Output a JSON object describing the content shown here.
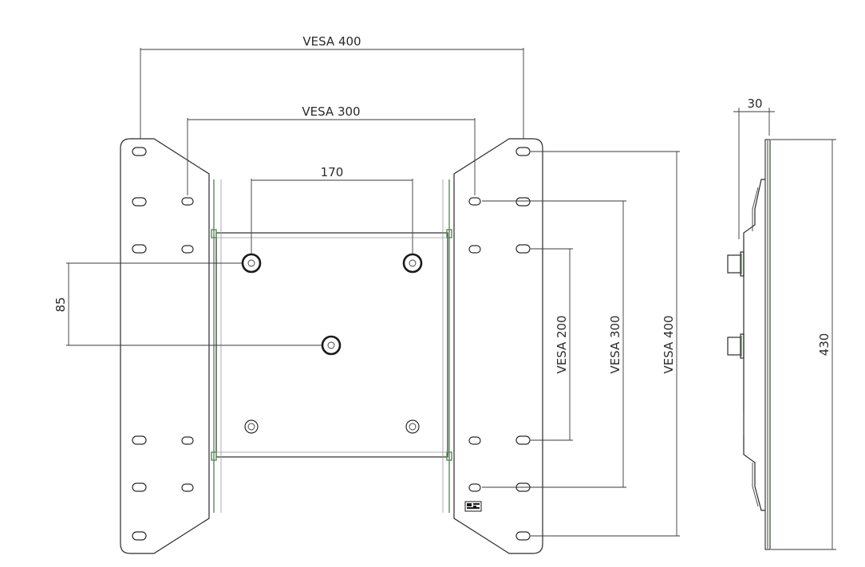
{
  "dimensions": {
    "vesa400_h": "VESA 400",
    "vesa300_h": "VESA 300",
    "width170": "170",
    "offset85": "85",
    "vesa200_v": "VESA 200",
    "vesa300_v": "VESA 300",
    "vesa400_v": "VESA 400",
    "depth30": "30",
    "height430": "430"
  }
}
